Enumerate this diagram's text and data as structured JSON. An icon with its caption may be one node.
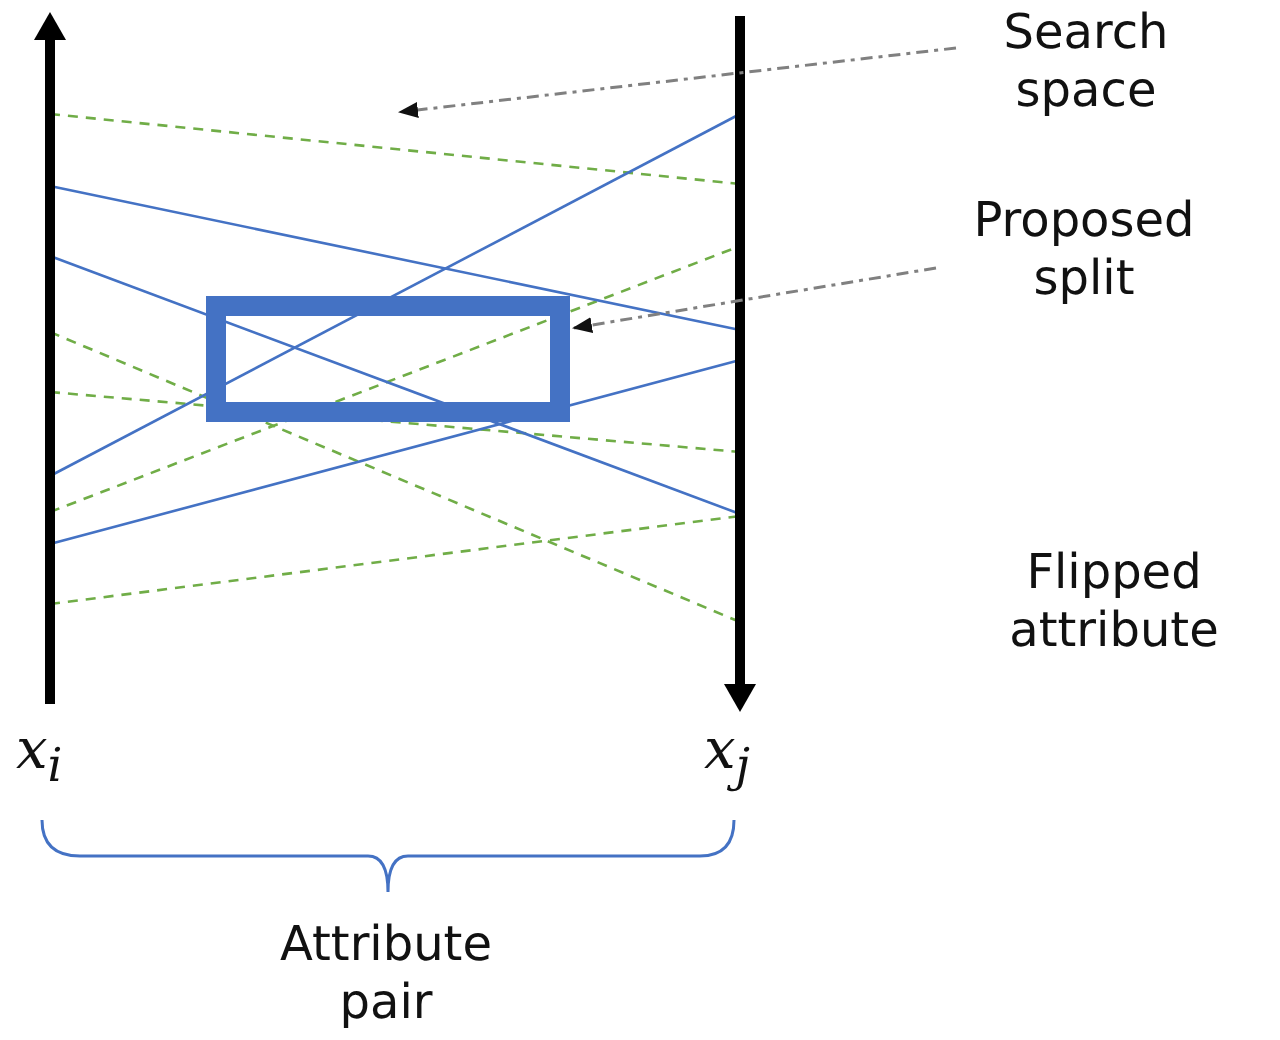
{
  "diagram": {
    "nodes": [
      {
        "text": [
          "Search space"
        ]
      },
      {
        "text": [
          "Proposed split"
        ]
      },
      {
        "text": [],
        "shape": "box"
      }
    ],
    "edges": [
      {
        "from": 0,
        "to": null,
        "arrow": "to",
        "style": "dashed"
      },
      {
        "from": 1,
        "to": 2,
        "arrow": "to",
        "style": "dashed"
      }
    ],
    "labels": [
      "Flipped attribute",
      "x$_{i}$",
      "x$_{j}$",
      "Attribute pair"
    ]
  }
}
